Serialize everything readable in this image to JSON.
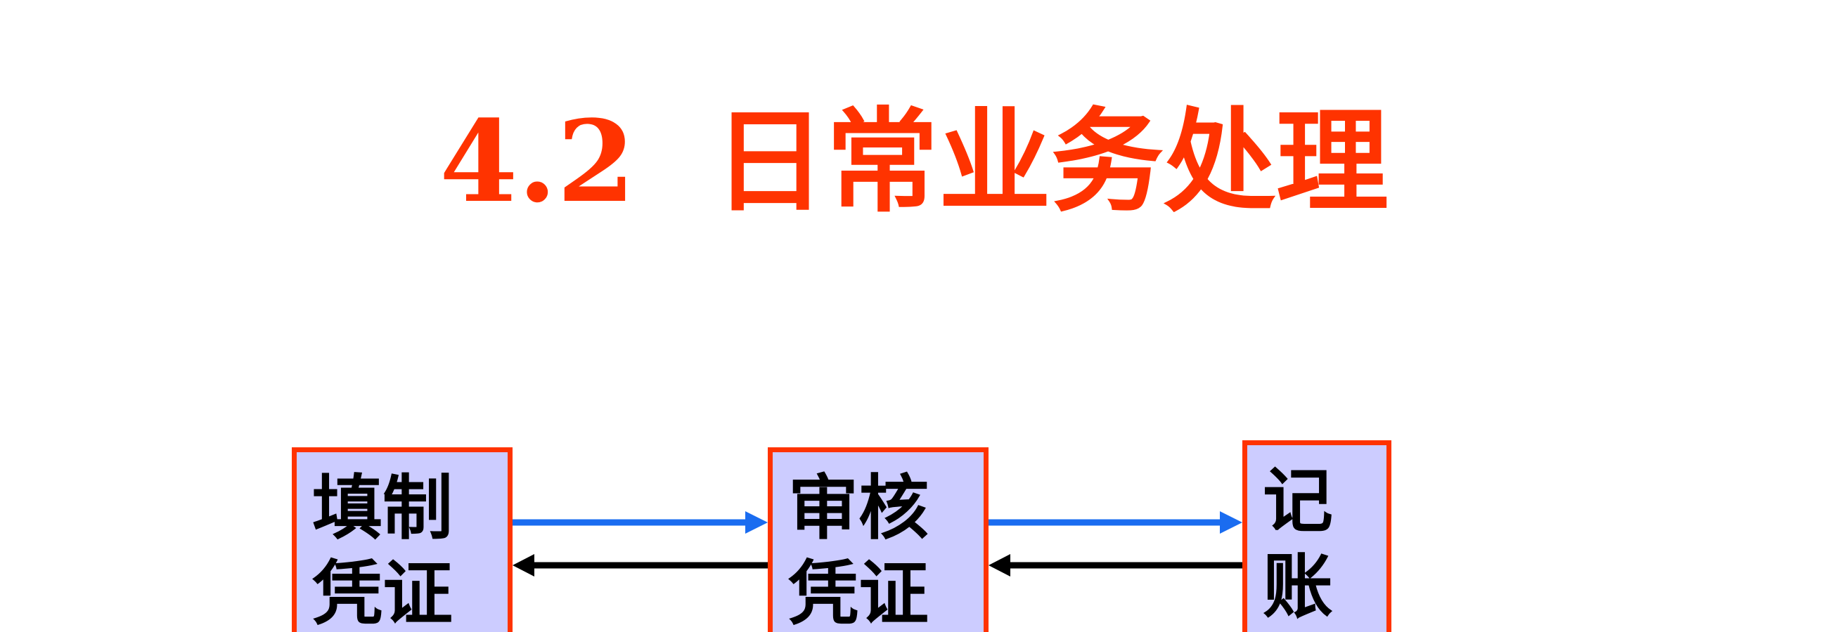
{
  "title": "4.2  日常业务处理",
  "colors": {
    "title": "#ff3300",
    "box_fill": "#ccccff",
    "box_border": "#ff3300",
    "forward_arrow": "#1a6cf0",
    "back_arrow": "#000000"
  },
  "steps": [
    {
      "line1": "填制",
      "line2": "凭证"
    },
    {
      "line1": "审核",
      "line2": "凭证"
    },
    {
      "line1": "记",
      "line2": "账"
    }
  ]
}
